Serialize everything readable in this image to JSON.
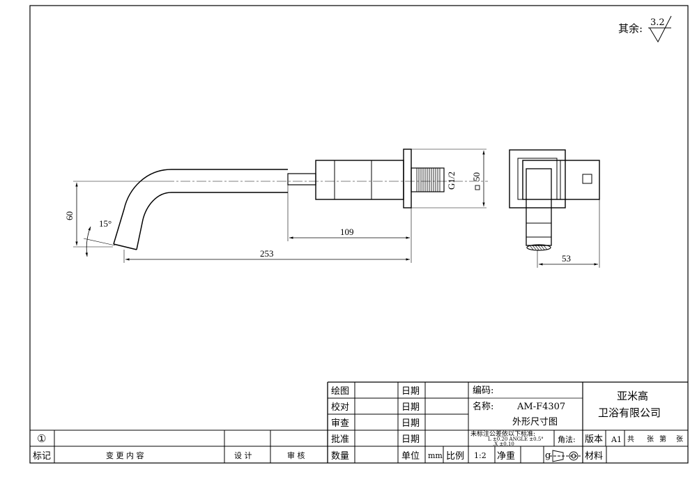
{
  "roughness": {
    "prefix": "其余:",
    "value": "3.2"
  },
  "dimensions": {
    "height_60": "60",
    "angle_15": "15°",
    "length_109": "109",
    "length_253": "253",
    "thread": "G1/2",
    "square_50": "50",
    "width_53": "53"
  },
  "title_block": {
    "draw_label": "绘图",
    "check_label": "校对",
    "review_label": "审查",
    "approve_label": "批准",
    "date_label": "日期",
    "qty_label": "数量",
    "unit_label": "单位",
    "unit_value": "mm",
    "scale_label": "比例",
    "scale_value": "1:2",
    "net_weight_label": "净重",
    "weight_unit": "g",
    "material_label": "材料",
    "code_label": "编码:",
    "name_label": "名称:",
    "model": "AM-F4307",
    "drawing_title": "外形尺寸图",
    "tolerance_note": "未标注公差依以下标准:",
    "tolerance_detail_1": "L    ±0.20  ANGLE  ±0.5°",
    "tolerance_detail_2": ".X   ±0.10",
    "angle_method_label": "角法:",
    "version_label": "版本",
    "version_value": "A1",
    "sheets_total": "共",
    "sheets_unit_1": "张",
    "sheets_nth": "第",
    "sheets_unit_2": "张",
    "company_line1": "亚米高",
    "company_line2": "卫浴有限公司",
    "revision_symbol": "①",
    "mark_label": "标记",
    "change_label": "变  更  内  容",
    "design_label": "设  计",
    "audit_label": "审  核"
  }
}
